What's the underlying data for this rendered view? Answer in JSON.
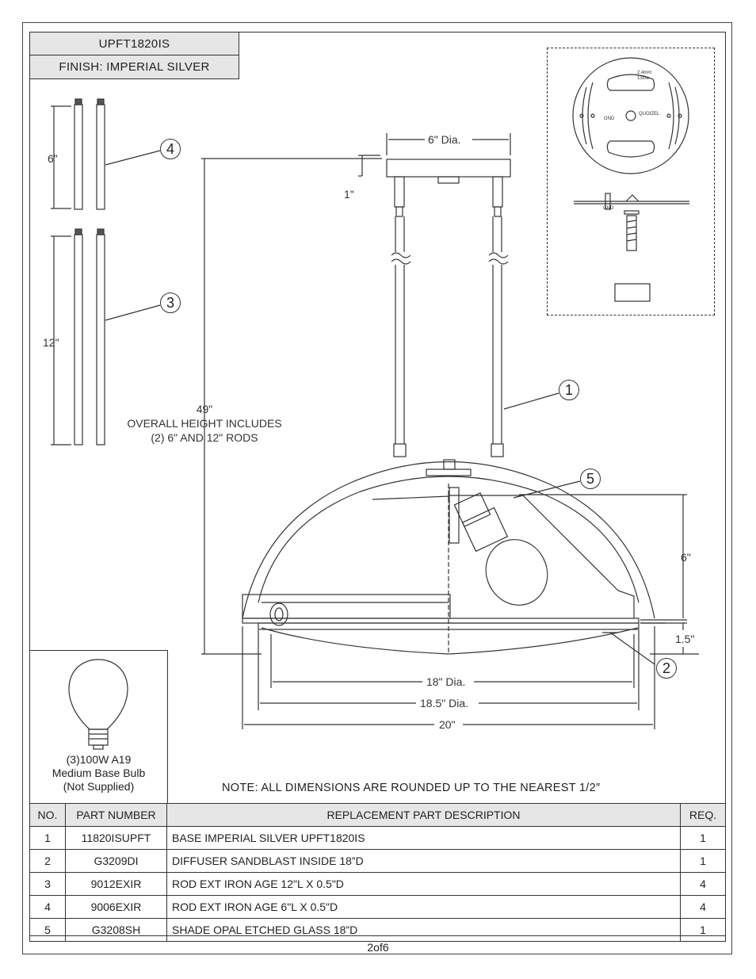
{
  "header": {
    "model": "UPFT1820IS",
    "finish": "FINISH: IMPERIAL SILVER"
  },
  "rods": {
    "short_length": "6\"",
    "long_length": "12\"",
    "short_callout": "4",
    "long_callout": "3"
  },
  "dimensions": {
    "canopy_dia": "6\" Dia.",
    "canopy_height": "1\"",
    "overall_height": "49\"",
    "overall_note_line1": "OVERALL HEIGHT INCLUDES",
    "overall_note_line2": "(2) 6\" AND 12\" RODS",
    "shade_height": "6\"",
    "rim_height": "1.5\"",
    "diffuser_dia": "18\" Dia.",
    "shade_dia": "18.5\" Dia.",
    "overall_width": "20\""
  },
  "callouts": {
    "base": "1",
    "diffuser": "2",
    "shade": "5"
  },
  "mounting_plate": {
    "gauge_line1": "2.4mm",
    "gauge_line2": "13Ga",
    "brand": "QUOIZEL",
    "gnd": "GND",
    "gnd2": "GND"
  },
  "bulb": {
    "line1": "(3)100W A19",
    "line2": "Medium Base Bulb",
    "line3": "(Not Supplied)"
  },
  "note": "NOTE:  ALL DIMENSIONS ARE ROUNDED UP TO THE NEAREST  1/2″",
  "parts_table": {
    "headers": [
      "NO.",
      "PART NUMBER",
      "REPLACEMENT PART DESCRIPTION",
      "REQ."
    ],
    "rows": [
      [
        "1",
        "11820ISUPFT",
        "BASE IMPERIAL SILVER UPFT1820IS",
        "1"
      ],
      [
        "2",
        "G3209DI",
        "DIFFUSER SANDBLAST INSIDE 18”D",
        "1"
      ],
      [
        "3",
        "9012EXIR",
        "ROD EXT IRON AGE 12\"L X 0.5\"D",
        "4"
      ],
      [
        "4",
        "9006EXIR",
        "ROD EXT IRON AGE 6\"L X 0.5\"D",
        "4"
      ],
      [
        "5",
        "G3208SH",
        "SHADE OPAL ETCHED GLASS 18”D",
        "1"
      ]
    ]
  },
  "page": "2of6"
}
